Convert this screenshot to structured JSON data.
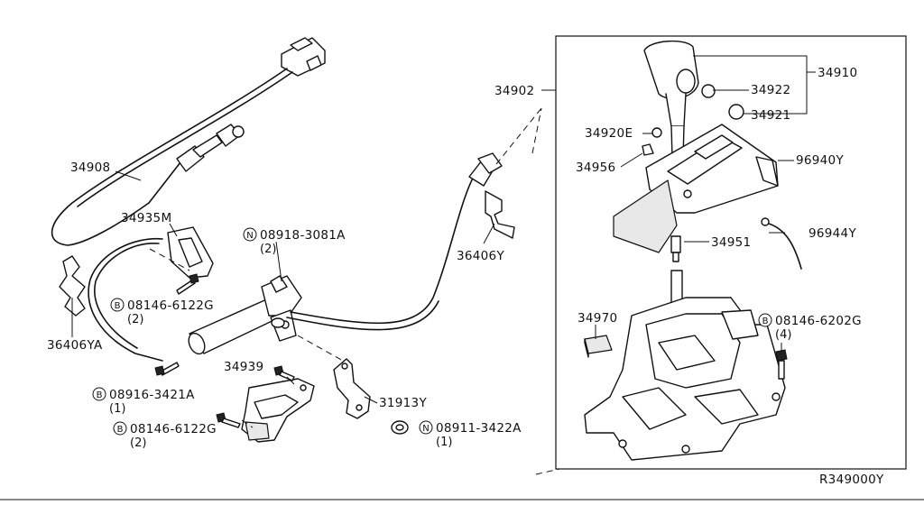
{
  "diagram": {
    "drawing_number": "R349000Y",
    "labels": {
      "p34908": "34908",
      "p34935M": "34935M",
      "p36406YA": "36406YA",
      "p36406Y": "36406Y",
      "p34939": "34939",
      "p31913Y": "31913Y",
      "p34902": "34902",
      "p34910": "34910",
      "p34922": "34922",
      "p34921": "34921",
      "p34920E": "34920E",
      "p34956": "34956",
      "p96940Y": "96940Y",
      "p96944Y": "96944Y",
      "p34951": "34951",
      "p34970": "34970"
    },
    "fasteners": [
      {
        "badge": "N",
        "part": "08918-3081A",
        "qty": "(2)"
      },
      {
        "badge": "B",
        "part": "08146-6122G",
        "qty": "(2)"
      },
      {
        "badge": "B",
        "part": "08916-3421A",
        "qty": "(1)"
      },
      {
        "badge": "B",
        "part": "08146-6122G",
        "qty": "(2)"
      },
      {
        "badge": "N",
        "part": "08911-3422A",
        "qty": "(1)"
      },
      {
        "badge": "B",
        "part": "08146-6202G",
        "qty": "(4)"
      }
    ]
  }
}
